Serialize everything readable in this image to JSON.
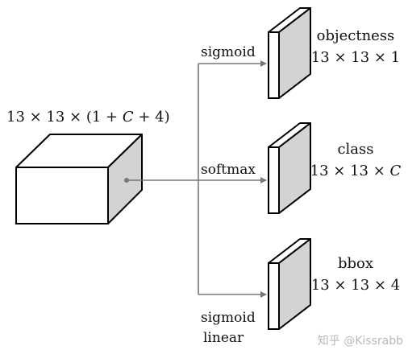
{
  "input": {
    "label": "13 × 13 × (1 + C + 4)"
  },
  "branches": [
    {
      "activation": "sigmoid",
      "output_name": "objectness",
      "output_shape": "13 × 13 × 1"
    },
    {
      "activation": "softmax",
      "output_name": "class",
      "output_shape": "13 × 13 × C"
    },
    {
      "activation_lines": [
        "sigmoid",
        "linear"
      ],
      "output_name": "bbox",
      "output_shape": "13 × 13 × 4"
    }
  ],
  "watermark": "知乎 @Kissrabb",
  "colors": {
    "box_front": "#ffffff",
    "box_side": "#d3d3d3",
    "stroke": "#000000",
    "arrow": "#777777"
  }
}
